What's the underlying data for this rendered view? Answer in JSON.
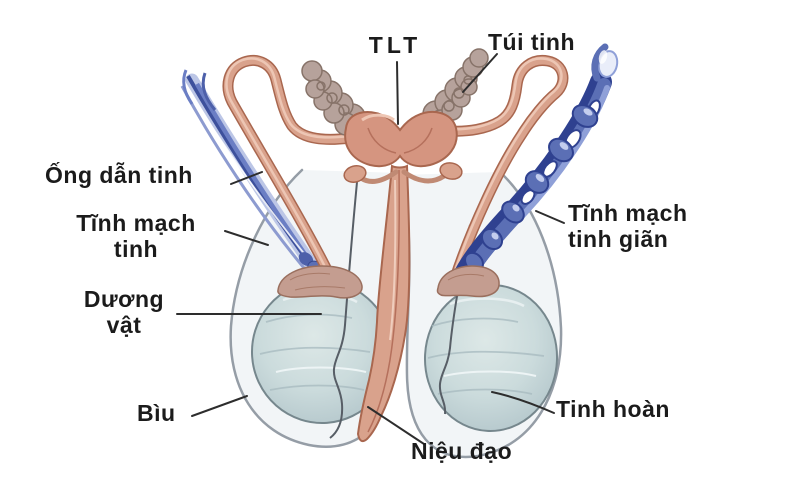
{
  "labels": {
    "tlt": {
      "text": "TLT"
    },
    "tui_tinh": {
      "text": "Túi tinh"
    },
    "ong_dan_tinh": {
      "text": "Ống dẫn tinh"
    },
    "tinh_mach_tinh": {
      "line1": "Tĩnh mạch",
      "line2": "tinh"
    },
    "duong_vat": {
      "line1": "Dương",
      "line2": "vật"
    },
    "biu": {
      "text": "Bìu"
    },
    "tinh_mach_tinh_gian": {
      "line1": "Tĩnh mạch",
      "line2": "tinh giãn"
    },
    "tinh_hoan": {
      "text": "Tinh hoàn"
    },
    "nieu_dao": {
      "text": "Niệu đạo"
    }
  },
  "colors": {
    "background": "#ffffff",
    "label_text": "#1b1b1b",
    "leader_line": "#2d2d2d",
    "tissue_pink": "#d9a28c",
    "tissue_pink_outline": "#a9674f",
    "prostate": "#d59580",
    "seminal_vesicle": "#b6a29b",
    "vein_blue": "#5b6fb5",
    "vein_blue_dark": "#2f4190",
    "vein_blue_light": "#8fa0d8",
    "testis_fill": "#cbdbdc",
    "testis_outline": "#76878d",
    "scrotum_fill": "#f2f5f7",
    "scrotum_outline": "#959da6",
    "epididymis": "#c49d90"
  }
}
